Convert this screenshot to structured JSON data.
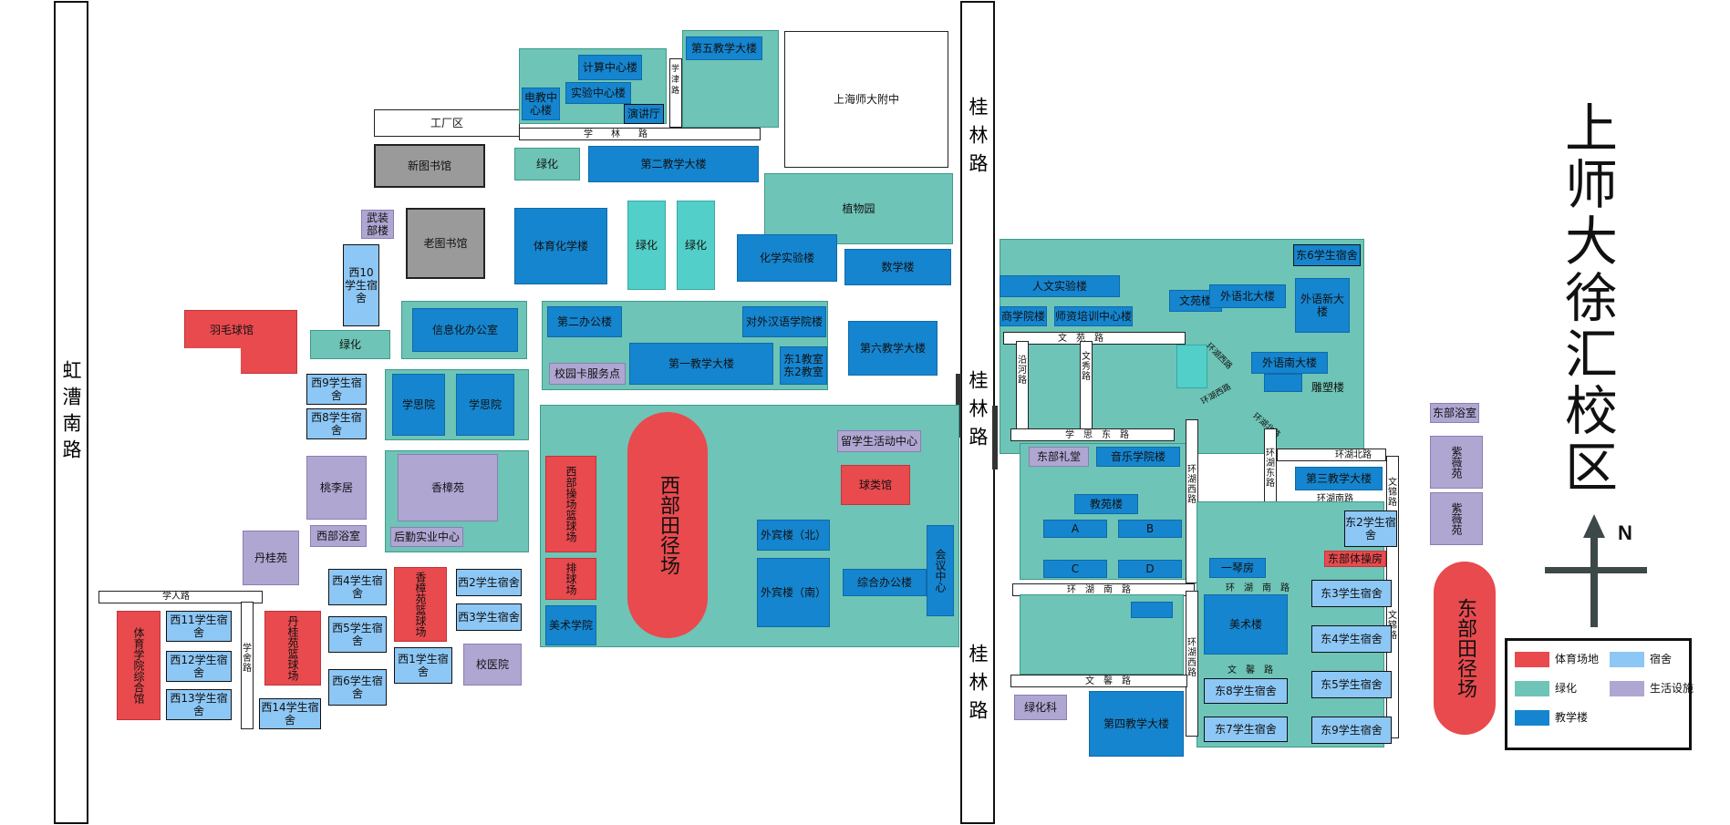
{
  "title": "上师大徐汇校区",
  "compass": "N",
  "streets": {
    "west": "虹漕南路",
    "middle_top": "桂林路",
    "middle_mid": "桂林路",
    "middle_bot": "桂林路"
  },
  "legend": [
    {
      "label": "体育场地",
      "color": "#e84a4e"
    },
    {
      "label": "宿舍",
      "color": "#8dc7f5"
    },
    {
      "label": "绿化",
      "color": "#6ec4b6"
    },
    {
      "label": "生活设施",
      "color": "#b0a6d2"
    },
    {
      "label": "教学楼",
      "color": "#1585cf"
    }
  ],
  "roads": {
    "xuelin": "学　　林　　路",
    "xuejin": "学津路",
    "xueren": "学人路",
    "xueshe": "学舍路",
    "wenyuan": "文　苑　路",
    "yanhe": "沿河路",
    "wenxiu": "文秀路",
    "xuesi": "学　思　东　路",
    "huanhu_nan": "环　湖　南　路",
    "huanhu_xi": "环湖西路",
    "huanhu_dong": "环湖东路",
    "huanhu_bei": "环湖北路",
    "wenxing": "文　馨　路",
    "wenxing2": "文　馨　路",
    "wenjin": "文锦路",
    "wenjin2": "文锦路",
    "huanhu_xi2": "环湖西路",
    "huanhu_nan2": "环　湖　南　路",
    "huanhu_bei2": "环湖北路",
    "huanhu_nan3": "环湖南路",
    "diag1": "环湖西路",
    "diag2": "环湖西路",
    "diag3": "环湖北路"
  },
  "west": {
    "gongchang": "工厂区",
    "xintushu": "新图书馆",
    "laotushu": "老图书馆",
    "wuzhuang": "武装部楼",
    "jisuan": "计算中心楼",
    "shiyan": "实验中心楼",
    "dianjiao": "电教中心楼",
    "yanjiang": "演讲厅",
    "diwu": "第五教学大楼",
    "fuzhong": "上海师大附中",
    "lvhua1": "绿化",
    "dier": "第二教学大楼",
    "zhiwu": "植物园",
    "tiyuhua": "体育化学楼",
    "lvhua2": "绿化",
    "lvhua3": "绿化",
    "huaxue": "化学实验楼",
    "shuxue": "数学楼",
    "xi10": "西10学生宿舍",
    "yumao": "羽毛球馆",
    "lvhua4": "绿化",
    "xinxi": "信息化办公室",
    "dierban": "第二办公楼",
    "duiwai": "对外汉语学院楼",
    "diyi": "第一教学大楼",
    "dong12": "东1教室东2教室",
    "xiaoyuanka": "校园卡服务点",
    "diliu": "第六教学大楼",
    "xi9": "西9学生宿舍",
    "xi8": "西8学生宿舍",
    "xuesi1": "学思院",
    "xuesi2": "学思院",
    "taoli": "桃李居",
    "xiangzhang": "香樟苑",
    "xibuyushi": "西部浴室",
    "houqin": "后勤实业中心",
    "dangui": "丹桂苑",
    "xibulanqiu": "西部操场篮球场",
    "paiqiu": "排球场",
    "meishu": "美术学院",
    "xibutj": "西部田径场",
    "liuxuesheng": "留学生活动中心",
    "qiulei": "球类馆",
    "waibinbei": "外宾楼（北）",
    "waibinnan": "外宾楼（南）",
    "zonghe": "综合办公楼",
    "huiyi": "会议中心",
    "xi4": "西4学生宿舍",
    "xi5": "西5学生宿舍",
    "xi6": "西6学生宿舍",
    "xi1": "西1学生宿舍",
    "xiangzhanglq": "香樟苑篮球场",
    "xi2": "西2学生宿舍",
    "xi3": "西3学生宿舍",
    "xiaoyiyuan": "校医院",
    "tiyuxueyuan": "体育学院综合馆",
    "xi11": "西11学生宿舍",
    "xi12": "西12学生宿舍",
    "xi13": "西13学生宿舍",
    "danguilq": "丹桂苑篮球场",
    "xi14": "西14学生宿舍"
  },
  "east": {
    "renwen": "人文实验楼",
    "shangxue": "商学院楼",
    "shizi": "师资培训中心楼",
    "wenyuanlou": "文苑楼",
    "waiyubei": "外语北大楼",
    "waiyuxin": "外语新大楼",
    "dong6": "东6学生宿舍",
    "waiyunan": "外语南大楼",
    "diaosu": "雕塑楼",
    "dongbuliting": "东部礼堂",
    "yinyue": "音乐学院楼",
    "jiaoyuan": "教苑楼",
    "a": "A",
    "b": "B",
    "c": "C",
    "d": "D",
    "yiqin": "一琴房",
    "disan": "第三教学大楼",
    "dong2": "东2学生宿舍",
    "dongbuticao": "东部体操房",
    "dong3": "东3学生宿舍",
    "dong4": "东4学生宿舍",
    "dong5": "东5学生宿舍",
    "dong9": "东9学生宿舍",
    "meishulou": "美术楼",
    "dong8": "东8学生宿舍",
    "dong7": "东7学生宿舍",
    "disi": "第四教学大楼",
    "lvhuake": "绿化科",
    "dongbuyushi": "东部浴室",
    "ziwei1": "紫薇苑",
    "ziwei2": "紫薇苑",
    "dongbutj": "东部田径场"
  }
}
